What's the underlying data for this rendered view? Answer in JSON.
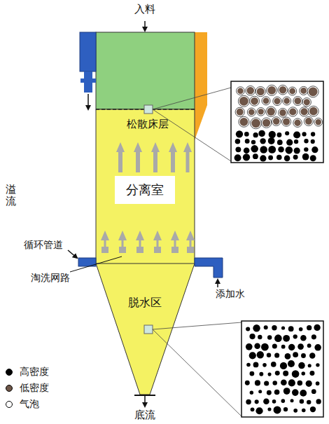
{
  "diagram": {
    "nodes": [
      {
        "text": [
          "分离室"
        ]
      }
    ],
    "labels": [
      "入料",
      "溢流",
      "松散床层",
      "循环管道",
      "淘洗网路",
      "脱水区",
      "添加水",
      "底流"
    ],
    "legend": [
      {
        "text": "高密度",
        "color": "#000000"
      },
      {
        "text": "低密度",
        "color": "#6e5648"
      },
      {
        "text": "气泡",
        "color": "#ffffff"
      }
    ]
  }
}
